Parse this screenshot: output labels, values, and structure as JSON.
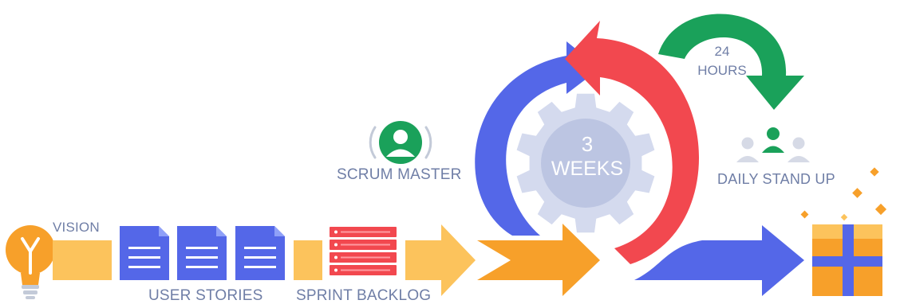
{
  "labels": {
    "vision": "VISION",
    "user_stories": "USER STORIES",
    "sprint_backlog": "SPRINT BACKLOG",
    "scrum_master": "SCRUM MASTER",
    "daily_stand_up": "DAILY STAND UP"
  },
  "sprint": {
    "number": "3",
    "unit": "WEEKS"
  },
  "standup": {
    "number": "24",
    "unit": "HOURS"
  },
  "colors": {
    "yellow": "#fcc35c",
    "orange": "#f7a02a",
    "blue": "#5467e8",
    "red": "#f2484f",
    "green": "#1aa15a",
    "gear": "#d4daee",
    "label": "#6f7ea6"
  },
  "icons": [
    "lightbulb-icon",
    "document-icon",
    "backlog-list-icon",
    "user-icon",
    "gear-icon",
    "team-icon",
    "product-box-icon",
    "sparkle-icon"
  ]
}
